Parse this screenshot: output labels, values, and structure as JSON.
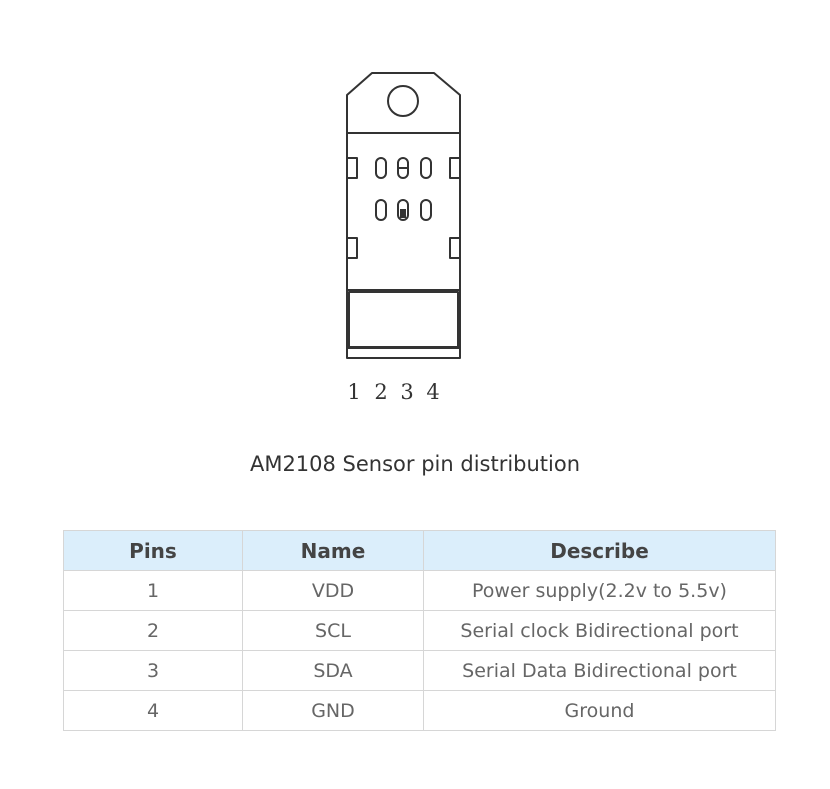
{
  "diagram": {
    "pin_labels": [
      "1",
      "2",
      "3",
      "4"
    ],
    "caption": "AM2108 Sensor pin distribution"
  },
  "table": {
    "headers": [
      "Pins",
      "Name",
      "Describe"
    ],
    "rows": [
      [
        "1",
        "VDD",
        "Power supply(2.2v to 5.5v)"
      ],
      [
        "2",
        "SCL",
        "Serial clock Bidirectional port"
      ],
      [
        "3",
        "SDA",
        "Serial Data Bidirectional port"
      ],
      [
        "4",
        "GND",
        "Ground"
      ]
    ]
  },
  "colors": {
    "header_bg": "#dbeefb",
    "outline": "#333333",
    "border": "#d6d6d6"
  }
}
